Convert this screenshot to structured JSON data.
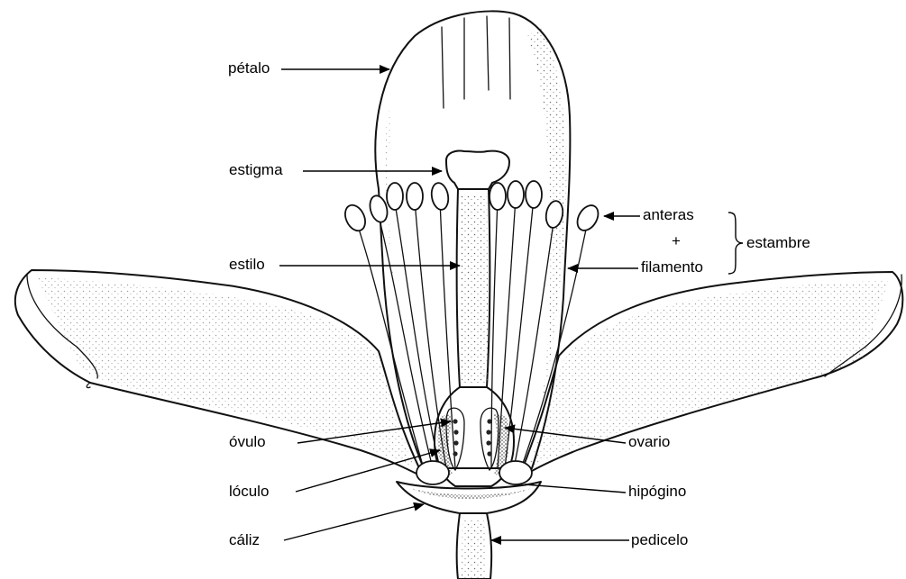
{
  "labels": {
    "petalo": "pétalo",
    "estigma": "estigma",
    "estilo": "estilo",
    "ovulo": "óvulo",
    "loculo": "lóculo",
    "caliz": "cáliz",
    "anteras": "anteras",
    "plus": "+",
    "filamento": "filamento",
    "estambre": "estambre",
    "ovario": "ovario",
    "hipogino": "hipógino",
    "pedicelo": "pedicelo"
  }
}
